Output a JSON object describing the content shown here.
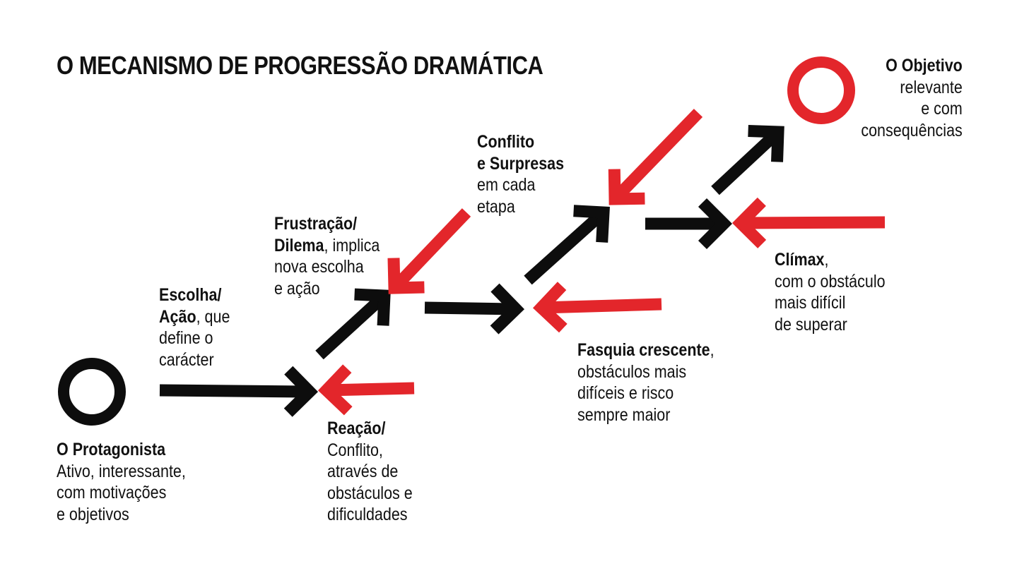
{
  "title": "O MECANISMO DE PROGRESSÃO DRAMÁTICA",
  "colors": {
    "accent": "#e3262b",
    "ink": "#0d0d0d"
  },
  "nodes": {
    "protagonista": {
      "heading": "O Protagonista",
      "l1": "Ativo, interessante,",
      "l2": "com motivações",
      "l3": "e objetivos"
    },
    "escolha": {
      "h1": "Escolha/",
      "h2": "Ação",
      "t2": ", que",
      "l3": "define o",
      "l4": "carácter"
    },
    "reacao": {
      "h1": "Reação/",
      "l2": "Conflito,",
      "l3": "através de",
      "l4": "obstáculos e",
      "l5": "dificuldades"
    },
    "frustracao": {
      "h1": "Frustração/",
      "h2": "Dilema",
      "t2": ", implica",
      "l3": "nova escolha",
      "l4": "e ação"
    },
    "conflito": {
      "h1": "Conflito",
      "h2": "e Surpresas",
      "l3": "em cada",
      "l4": "etapa"
    },
    "fasquia": {
      "h1": "Fasquia crescente",
      "t1": ",",
      "l2": "obstáculos mais",
      "l3": "difíceis e risco",
      "l4": "sempre maior"
    },
    "climax": {
      "h1": "Clímax",
      "t1": ",",
      "l2": "com o obstáculo",
      "l3": "mais difícil",
      "l4": "de superar"
    },
    "objetivo": {
      "h1": "O Objetivo",
      "l2": "relevante",
      "l3": "e com",
      "l4": "consequências"
    }
  }
}
